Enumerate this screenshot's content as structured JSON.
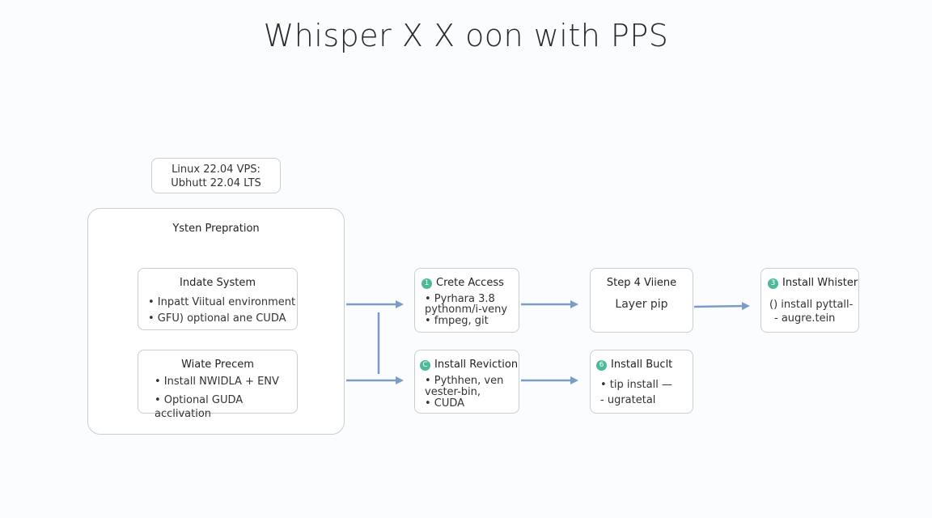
{
  "title": "Whisper X X oon with PPS",
  "vps": {
    "line1": "Linux 22.04 VPS:",
    "line2": "Ubhutt 22.04 LTS"
  },
  "prep": {
    "label": "Ysten Prepration"
  },
  "update_box": {
    "title": "Indate System",
    "lines": [
      "• Inpatt Viitual environment",
      "• GFU) optional ane CUDA"
    ]
  },
  "wiate_box": {
    "title": "Wiate Precem",
    "lines": [
      "• Install NWIDLA + ENV",
      "• Optional GUDA acclivation"
    ]
  },
  "create_box": {
    "badge": "1",
    "title": "Crete Access",
    "lines": [
      "• Pyrhara 3.8",
      "pythonm/i-veny",
      "• fmpeg, git"
    ]
  },
  "reviction_box": {
    "badge": "C",
    "title": "Install Reviction",
    "lines": [
      "• Pythhen, ven",
      "vester-bin,",
      "• CUDA"
    ]
  },
  "step4_box": {
    "title": "Step 4 Viiene",
    "lines": [
      "Layer pip"
    ]
  },
  "buclt_box": {
    "badge": "6",
    "title": "Install Buclt",
    "lines": [
      "• tip install —",
      "- ugratetal"
    ]
  },
  "whister_box": {
    "badge": "3",
    "title": "Install Whister",
    "lines": [
      "() install pyttall-",
      "- augre.tein"
    ]
  },
  "colors": {
    "arrow": "#7b9cc6",
    "badge": "#4cb99a",
    "border": "#c9ced3"
  }
}
